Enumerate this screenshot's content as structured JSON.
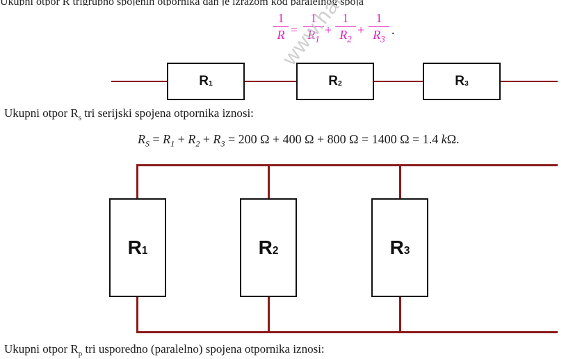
{
  "top_cut_text": "Ukupni otpor R trigrupno spojenih otpornika dan je izrazom kod paralelnog spoja",
  "parallel_formula": {
    "lhs_num": "1",
    "lhs_den": "R",
    "eq": "=",
    "terms": [
      {
        "num": "1",
        "den_base": "R",
        "den_sub": "1"
      },
      {
        "num": "1",
        "den_base": "R",
        "den_sub": "2"
      },
      {
        "num": "1",
        "den_base": "R",
        "den_sub": "3"
      }
    ],
    "plus": "+",
    "end": "."
  },
  "watermark": "www.halapa.com",
  "series_circuit": {
    "resistors": [
      {
        "base": "R",
        "sub": "1"
      },
      {
        "base": "R",
        "sub": "2"
      },
      {
        "base": "R",
        "sub": "3"
      }
    ]
  },
  "series_sentence": {
    "before": "Ukupni otpor R",
    "sub": "s",
    "after": " tri serijski spojena otpornika iznosi:"
  },
  "series_equation": {
    "Rs": "R",
    "Rs_sub": "S",
    "eq1": " = ",
    "R1": "R",
    "R1_sub": "1",
    "plus1": " + ",
    "R2": "R",
    "R2_sub": "2",
    "plus2": " + ",
    "R3": "R",
    "R3_sub": "3",
    "rhs": " = 200  Ω + 400  Ω + 800  Ω = 1400  Ω = 1.4 ",
    "unit_k": "k",
    "unit_end": "Ω."
  },
  "parallel_circuit": {
    "resistors": [
      {
        "base": "R",
        "sub": "1"
      },
      {
        "base": "R",
        "sub": "2"
      },
      {
        "base": "R",
        "sub": "3"
      }
    ]
  },
  "parallel_sentence": {
    "before": "Ukupni otpor R",
    "sub": "p",
    "after": " tri usporedno (paralelno) spojena otpornika iznosi:"
  }
}
